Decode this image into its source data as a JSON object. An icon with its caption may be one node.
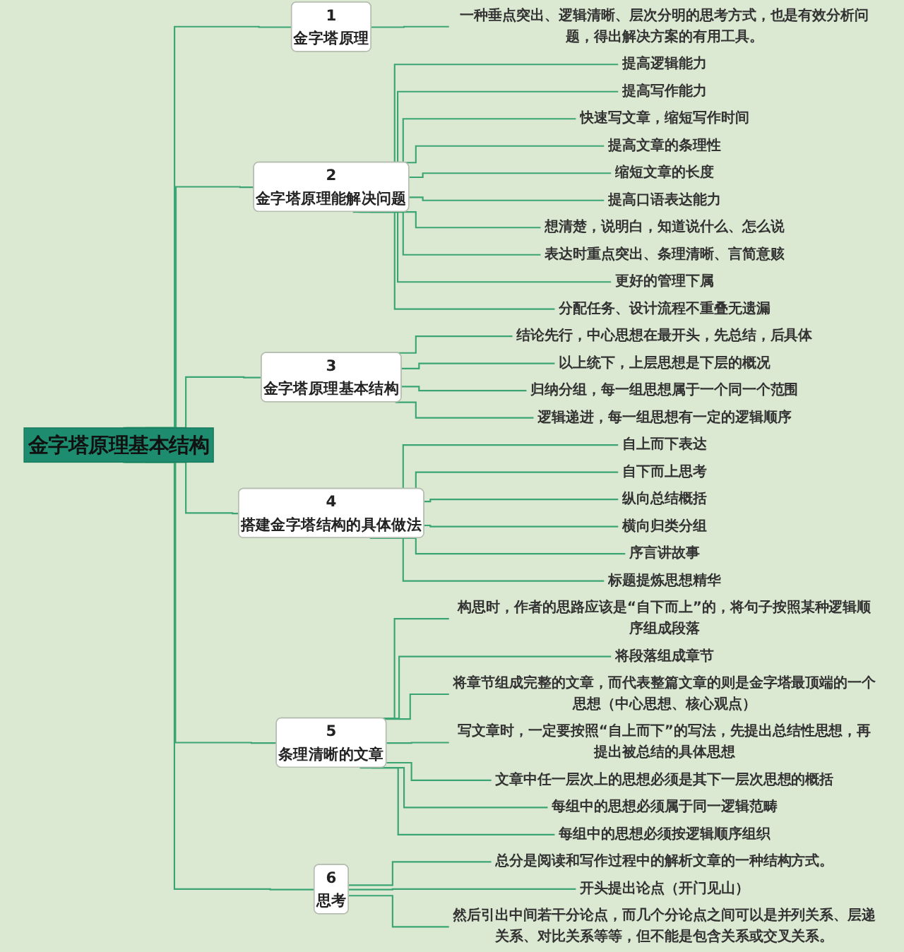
{
  "diagram": {
    "nodes": [
      {
        "text": [
          "金字塔原理基本结构"
        ]
      },
      {
        "text": [
          "1",
          "金字塔原理"
        ]
      },
      {
        "text": [
          "一种垂点突出、逻辑清晰、层次分明的思考方式，也是有效分析问题，得出解决方案的有用工具。"
        ]
      },
      {
        "text": [
          "2",
          "金字塔原理能解决问题"
        ]
      },
      {
        "text": [
          "提高逻辑能力"
        ]
      },
      {
        "text": [
          "提高写作能力"
        ]
      },
      {
        "text": [
          "快速写文章，缩短写作时间"
        ]
      },
      {
        "text": [
          "提高文章的条理性"
        ]
      },
      {
        "text": [
          "缩短文章的长度"
        ]
      },
      {
        "text": [
          "提高口语表达能力"
        ]
      },
      {
        "text": [
          "想清楚，说明白，知道说什么、怎么说"
        ]
      },
      {
        "text": [
          "表达时重点突出、条理清晰、言简意赅"
        ]
      },
      {
        "text": [
          "更好的管理下属"
        ]
      },
      {
        "text": [
          "分配任务、设计流程不重叠无遗漏"
        ]
      },
      {
        "text": [
          "3",
          "金字塔原理基本结构"
        ]
      },
      {
        "text": [
          "结论先行，中心思想在最开头，先总结，后具体"
        ]
      },
      {
        "text": [
          "以上统下，上层思想是下层的概况"
        ]
      },
      {
        "text": [
          "归纳分组，每一组思想属于一个同一个范围"
        ]
      },
      {
        "text": [
          "逻辑递进，每一组思想有一定的逻辑顺序"
        ]
      },
      {
        "text": [
          "4",
          "搭建金字塔结构的具体做法"
        ]
      },
      {
        "text": [
          "自上而下表达"
        ]
      },
      {
        "text": [
          "自下而上思考"
        ]
      },
      {
        "text": [
          "纵向总结概括"
        ]
      },
      {
        "text": [
          "横向归类分组"
        ]
      },
      {
        "text": [
          "序言讲故事"
        ]
      },
      {
        "text": [
          "标题提炼思想精华"
        ]
      },
      {
        "text": [
          "5",
          "条理清晰的文章"
        ]
      },
      {
        "text": [
          "构思时，作者的思路应该是“自下而上”的，将句子按照某种逻辑顺序组成段落"
        ]
      },
      {
        "text": [
          "将段落组成章节"
        ]
      },
      {
        "text": [
          "将章节组成完整的文章，而代表整篇文章的则是金字塔最顶端的一个思想（中心思想、核心观点）"
        ]
      },
      {
        "text": [
          "写文章时，一定要按照“自上而下”的写法，先提出总结性思想，再提出被总结的具体思想"
        ]
      },
      {
        "text": [
          "文章中任一层次上的思想必须是其下一层次思想的概括"
        ]
      },
      {
        "text": [
          "每组中的思想必须属于同一逻辑范畴"
        ]
      },
      {
        "text": [
          "每组中的思想必须按逻辑顺序组织"
        ]
      },
      {
        "text": [
          "6",
          "思考"
        ]
      },
      {
        "text": [
          "总分是阅读和写作过程中的解析文章的一种结构方式。"
        ]
      },
      {
        "text": [
          "开头提出论点（开门见山）"
        ]
      },
      {
        "text": [
          "然后引出中间若干分论点，而几个分论点之间可以是并列关系、层递关系、对比关系等等，但不能是包含关系或交叉关系。"
        ]
      }
    ],
    "edges": [
      {
        "from": 0,
        "to": 1,
        "arrow": "none"
      },
      {
        "from": 1,
        "to": 2,
        "arrow": "none"
      },
      {
        "from": 0,
        "to": 3,
        "arrow": "none"
      },
      {
        "from": 3,
        "to": 4,
        "arrow": "none"
      },
      {
        "from": 3,
        "to": 5,
        "arrow": "none"
      },
      {
        "from": 3,
        "to": 6,
        "arrow": "none"
      },
      {
        "from": 3,
        "to": 7,
        "arrow": "none"
      },
      {
        "from": 3,
        "to": 8,
        "arrow": "none"
      },
      {
        "from": 3,
        "to": 9,
        "arrow": "none"
      },
      {
        "from": 3,
        "to": 10,
        "arrow": "none"
      },
      {
        "from": 3,
        "to": 11,
        "arrow": "none"
      },
      {
        "from": 3,
        "to": 12,
        "arrow": "none"
      },
      {
        "from": 3,
        "to": 13,
        "arrow": "none"
      },
      {
        "from": 0,
        "to": 14,
        "arrow": "none"
      },
      {
        "from": 14,
        "to": 15,
        "arrow": "none"
      },
      {
        "from": 14,
        "to": 16,
        "arrow": "none"
      },
      {
        "from": 14,
        "to": 17,
        "arrow": "none"
      },
      {
        "from": 14,
        "to": 18,
        "arrow": "none"
      },
      {
        "from": 0,
        "to": 19,
        "arrow": "none"
      },
      {
        "from": 19,
        "to": 20,
        "arrow": "none"
      },
      {
        "from": 19,
        "to": 21,
        "arrow": "none"
      },
      {
        "from": 19,
        "to": 22,
        "arrow": "none"
      },
      {
        "from": 19,
        "to": 23,
        "arrow": "none"
      },
      {
        "from": 19,
        "to": 24,
        "arrow": "none"
      },
      {
        "from": 19,
        "to": 25,
        "arrow": "none"
      },
      {
        "from": 0,
        "to": 26,
        "arrow": "none"
      },
      {
        "from": 26,
        "to": 27,
        "arrow": "none"
      },
      {
        "from": 26,
        "to": 28,
        "arrow": "none"
      },
      {
        "from": 26,
        "to": 29,
        "arrow": "none"
      },
      {
        "from": 26,
        "to": 30,
        "arrow": "none"
      },
      {
        "from": 26,
        "to": 31,
        "arrow": "none"
      },
      {
        "from": 26,
        "to": 32,
        "arrow": "none"
      },
      {
        "from": 26,
        "to": 33,
        "arrow": "none"
      },
      {
        "from": 0,
        "to": 34,
        "arrow": "none"
      },
      {
        "from": 34,
        "to": 35,
        "arrow": "none"
      },
      {
        "from": 34,
        "to": 36,
        "arrow": "none"
      },
      {
        "from": 34,
        "to": 37,
        "arrow": "none"
      }
    ]
  }
}
